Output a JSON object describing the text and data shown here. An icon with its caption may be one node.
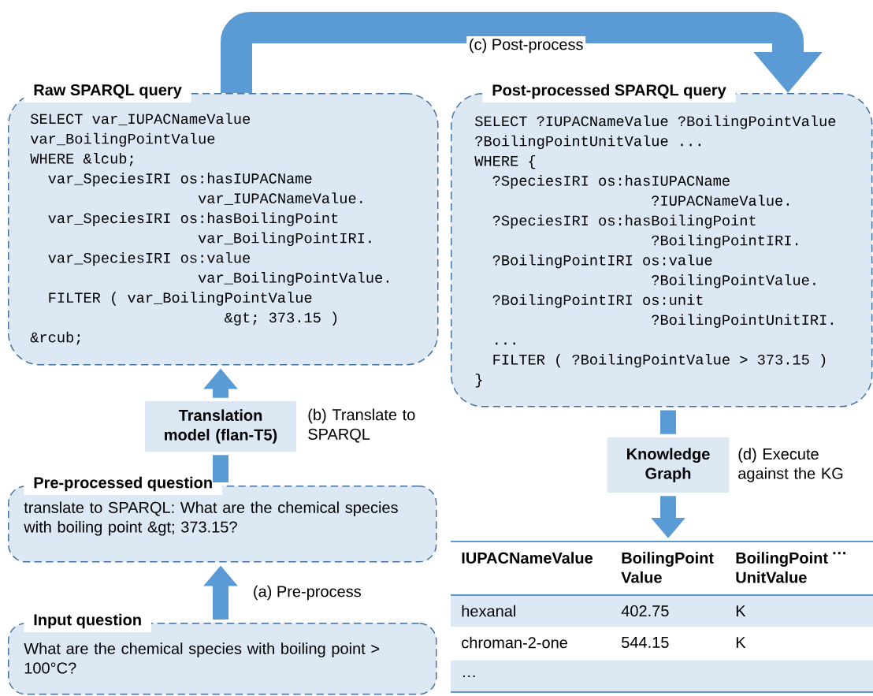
{
  "diagram": {
    "nodes": [
      {
        "text": [
          "Raw SPARQL query",
          "SELECT var_IUPACNameValue",
          "var_BoilingPointValue",
          "WHERE &lcub;",
          "var_SpeciesIRI os:hasIUPACName",
          "var_IUPACNameValue.",
          "var_SpeciesIRI os:hasBoilingPoint",
          "var_BoilingPointIRI.",
          "var_SpeciesIRI os:value",
          "var_BoilingPointValue.",
          "FILTER ( var_BoilingPointValue",
          "&gt; 373.15 )",
          "&rcub;"
        ]
      },
      {
        "text": [
          "Post-processed SPARQL query",
          "SELECT ?IUPACNameValue ?BoilingPointValue",
          "?BoilingPointUnitValue ...",
          "WHERE {",
          "?SpeciesIRI os:hasIUPACName",
          "?IUPACNameValue.",
          "?SpeciesIRI os:hasBoilingPoint",
          "?BoilingPointIRI.",
          "?BoilingPointIRI os:value",
          "?BoilingPointValue.",
          "?BoilingPointIRI os:unit",
          "?BoilingPointUnitIRI.",
          "...",
          "FILTER ( ?BoilingPointValue > 373.15 )",
          "}"
        ]
      },
      {
        "text": [
          "Translation model (flan-T5)"
        ],
        "beside": [
          "(b) Translate to SPARQL"
        ]
      },
      {
        "text": [
          "Knowledge Graph"
        ],
        "beside": [
          "(d) Execute against the KG"
        ]
      },
      {
        "text": [
          "Pre-processed question",
          "translate to SPARQL: What are the chemical species with boiling point &gt; 373.15?"
        ]
      },
      {
        "text": [
          "IUPACNameValue",
          "BoilingPoint Value",
          "BoilingPoint UnitValue",
          "…",
          "hexanal",
          "402.75",
          "K",
          "chroman-2-one",
          "544.15",
          "K",
          "…"
        ]
      },
      {
        "text": [
          "Input question",
          "What are the chemical species with boiling point > 100°C?"
        ]
      }
    ],
    "edges": [
      {
        "from": 6,
        "to": 4,
        "arrow": "to",
        "label": "(a) Pre-process"
      },
      {
        "from": 4,
        "to": 2,
        "arrow": "none"
      },
      {
        "from": 2,
        "to": 0,
        "arrow": "to"
      },
      {
        "from": 0,
        "to": 1,
        "arrow": "to",
        "label": "(c) Post-process",
        "style": "thick"
      },
      {
        "from": 1,
        "to": 3,
        "arrow": "none"
      },
      {
        "from": 3,
        "to": 5,
        "arrow": "to"
      }
    ]
  }
}
